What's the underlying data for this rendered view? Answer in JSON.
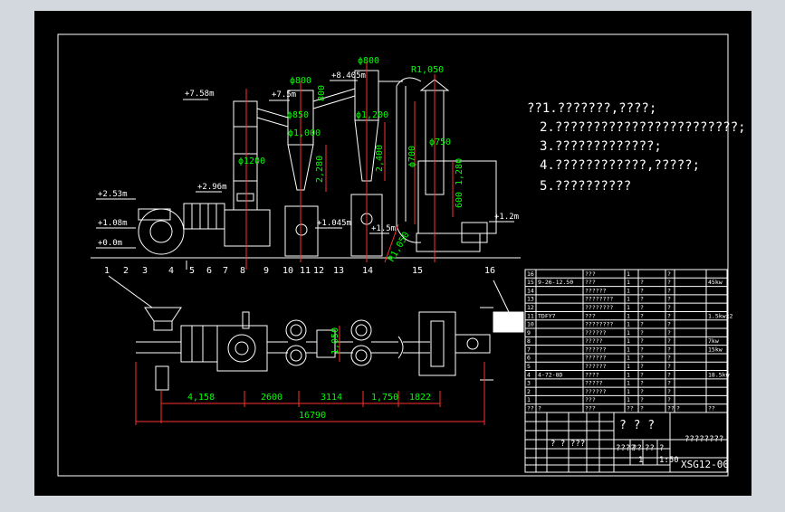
{
  "sheet": {
    "background": "#000000",
    "canvas": "#d3d8de",
    "line_color": "#ffffff",
    "dimension_color": "#ff0000",
    "label_color": "#00ff00"
  },
  "elevations": [
    "+7.58m",
    "+7.5m",
    "+8.405m",
    "+2.53m",
    "+2.96m",
    "+1.08m",
    "+0.0m",
    "+1.045m",
    "+1.5m",
    "+1.2m"
  ],
  "dims": [
    "ϕ800",
    "ϕ800",
    "R1,050",
    "ϕ850",
    "ϕ1,000",
    "ϕ1,200",
    "ϕ1200",
    "ϕ750",
    "2,280",
    "2,400",
    "ϕ700",
    "1,280",
    "600",
    "800",
    "R1,050"
  ],
  "item_numbers": [
    "1",
    "2",
    "3",
    "4",
    "5",
    "6",
    "7",
    "8",
    "9",
    "10",
    "11",
    "12",
    "13",
    "14",
    "15",
    "16"
  ],
  "plan_dims": [
    "4,158",
    "2600",
    "3114",
    "1,750",
    "1822",
    "16790",
    "1,050"
  ],
  "notes": [
    "??1.???????,????;",
    "2.????????????????????????;",
    "3.?????????????;",
    "4.????????????,?????;",
    "5.??????????"
  ],
  "parts_table": {
    "rows": [
      [
        "16",
        "",
        "???",
        "1",
        "",
        "?",
        "",
        ""
      ],
      [
        "15",
        "9-26-12.50",
        "???",
        "1",
        "?",
        "?",
        "",
        "45kw"
      ],
      [
        "14",
        "",
        "??????",
        "1",
        "?",
        "?",
        "",
        ""
      ],
      [
        "13",
        "",
        "????????",
        "1",
        "?",
        "?",
        "",
        ""
      ],
      [
        "12",
        "",
        "????????",
        "1",
        "?",
        "?",
        "",
        ""
      ],
      [
        "11",
        "TDFY7",
        "???",
        "1",
        "?",
        "?",
        "",
        "1.5kwx2"
      ],
      [
        "10",
        "",
        "????????",
        "1",
        "?",
        "?",
        "",
        ""
      ],
      [
        "9",
        "",
        "??????",
        "1",
        "?",
        "?",
        "",
        ""
      ],
      [
        "8",
        "",
        "?????",
        "1",
        "?",
        "?",
        "",
        "7kw"
      ],
      [
        "7",
        "",
        "??????",
        "1",
        "?",
        "?",
        "",
        "15kw"
      ],
      [
        "6",
        "",
        "??????",
        "1",
        "?",
        "?",
        "",
        ""
      ],
      [
        "5",
        "",
        "??????",
        "1",
        "?",
        "?",
        "",
        ""
      ],
      [
        "4",
        "4-72-8D",
        "????",
        "1",
        "?",
        "?",
        "",
        "18.5kw"
      ],
      [
        "3",
        "",
        "?????",
        "1",
        "?",
        "?",
        "",
        ""
      ],
      [
        "2",
        "",
        "??????",
        "1",
        "?",
        "?",
        "",
        ""
      ],
      [
        "1",
        "",
        "???",
        "1",
        "?",
        "?",
        "",
        ""
      ]
    ],
    "header": [
      "??",
      "?",
      "???",
      "??",
      "?",
      "??",
      "?",
      "??"
    ]
  },
  "title_block": {
    "title": "? ? ?",
    "company": "????????",
    "cells": [
      "? ?",
      "???",
      "????",
      "??",
      "??",
      "?",
      "1",
      "1:50"
    ],
    "drawing_number": "XSG12-00"
  }
}
